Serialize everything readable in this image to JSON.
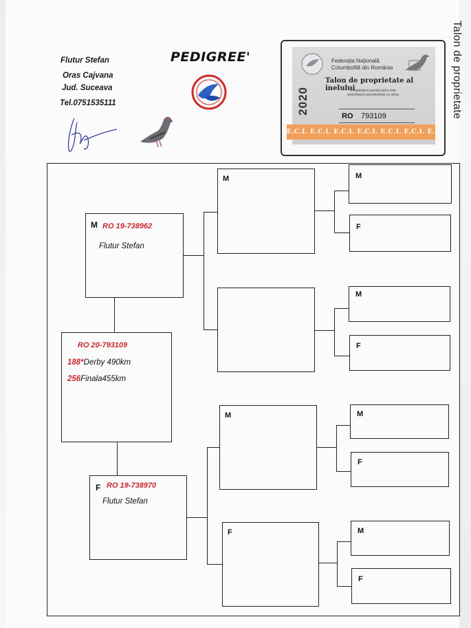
{
  "owner": {
    "name": "Flutur Stefan",
    "city": "Oras Cajvana",
    "county": "Jud. Suceava",
    "phone": "Tel.0751535111"
  },
  "title": "PEDIGREE'",
  "side_label": "Talon de proprietate",
  "card": {
    "federation_line1": "Federația Națională",
    "federation_line2": "Columbofilă din România",
    "title": "Talon de proprietate al inelului",
    "note": "Proprietarul acestui talon este proprietarul porumbelului cu seria:",
    "ring_prefix": "RO",
    "ring_number": "793109",
    "year": "2020",
    "strip_text": "E.C.I. E.C.I. E.C.I. E.C.I. E.C.I. E.C.I. E.C.I. E.C.I. E.C.I."
  },
  "subject": {
    "ring": "RO 20-793109",
    "result1_place": "188*",
    "result1_text": "Derby 490km",
    "result2_place": "256",
    "result2_text": "Finala455km"
  },
  "sire": {
    "sex": "M",
    "ring": "RO 19-738962",
    "owner": "Flutur Stefan"
  },
  "dam": {
    "sex": "F",
    "ring": "RO 19-738970",
    "owner": "Flutur Stefan"
  },
  "gen3": {
    "m1": "M",
    "m2": "",
    "m3": "M",
    "m4": "F"
  },
  "gen4": [
    "M",
    "F",
    "M",
    "F",
    "M",
    "F",
    "M",
    "F"
  ],
  "colors": {
    "ring_red": "#c8282d",
    "ink": "#222222",
    "card_orange": "#f0a05a"
  }
}
